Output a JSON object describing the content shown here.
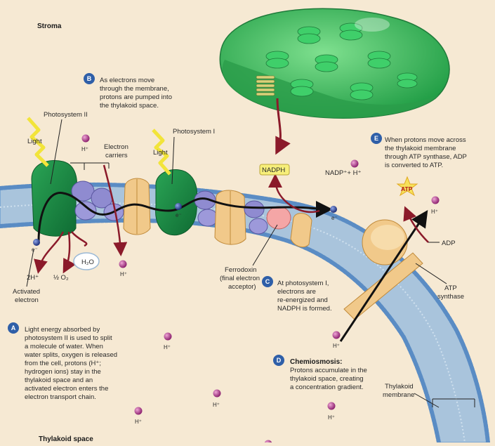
{
  "regions": {
    "stroma": "Stroma",
    "thylakoid_space": "Thylakoid space"
  },
  "components": {
    "photosystem_ii": "Photosystem II",
    "photosystem_i": "Photosystem I",
    "electron_carriers": [
      "Electron",
      "carriers"
    ],
    "light_1": "Light",
    "light_2": "Light",
    "water": "H₂O",
    "two_h": "2H⁺",
    "half_o2": "½ O₂",
    "activated_electron": [
      "Activated",
      "electron"
    ],
    "ferrodoxin": [
      "Ferrodoxin",
      "(final electron",
      "acceptor)"
    ],
    "nadph": "NADPH",
    "nadp_plus": "NADP⁺+ H⁺",
    "atp": "ATP",
    "adp": "ADP",
    "atp_synthase": [
      "ATP",
      "synthase"
    ],
    "thylakoid_membrane": [
      "Thylakoid",
      "membrane"
    ],
    "electron_symbol": "e⁻",
    "proton_symbol": "H⁺"
  },
  "steps": {
    "a": {
      "badge": "A",
      "lines": [
        "Light energy absorbed by",
        "photosystem II is used to split",
        "a molecule of water. When",
        "water splits, oxygen is released",
        "from the cell, protons (H⁺;",
        "hydrogen ions) stay in the",
        "thylakoid space and an",
        "activated electron enters the",
        "electron transport chain."
      ]
    },
    "b": {
      "badge": "B",
      "lines": [
        "As electrons move",
        "through the membrane,",
        "protons are pumped into",
        "the thylakoid space."
      ]
    },
    "c": {
      "badge": "C",
      "lines": [
        "At photosystem I,",
        "electrons are",
        "re-energized and",
        "NADPH is formed."
      ]
    },
    "d": {
      "badge": "D",
      "title": "Chemiosmosis:",
      "lines": [
        "Protons accumulate in the",
        "thylakoid space, creating",
        "a concentration gradient."
      ]
    },
    "e": {
      "badge": "E",
      "lines": [
        "When protons move across",
        "the thylakoid membrane",
        "through ATP synthase, ADP",
        "is converted to ATP."
      ]
    }
  },
  "colors": {
    "background": "#f6e9d3",
    "membrane_head": "#6f9fd0",
    "membrane_body": "#a9c4dc",
    "photosystem": "#1f8a45",
    "carrier": "#8f8bd0",
    "protein_tan": "#f1c98a",
    "ferrodoxin": "#f4a6a6",
    "proton": "#b0408a",
    "electron": "#2a3d8f",
    "badge": "#2f5fa8",
    "arrow_red": "#8b1a2a",
    "light": "#f2e43a",
    "chloroplast": "#3dbb5c"
  }
}
